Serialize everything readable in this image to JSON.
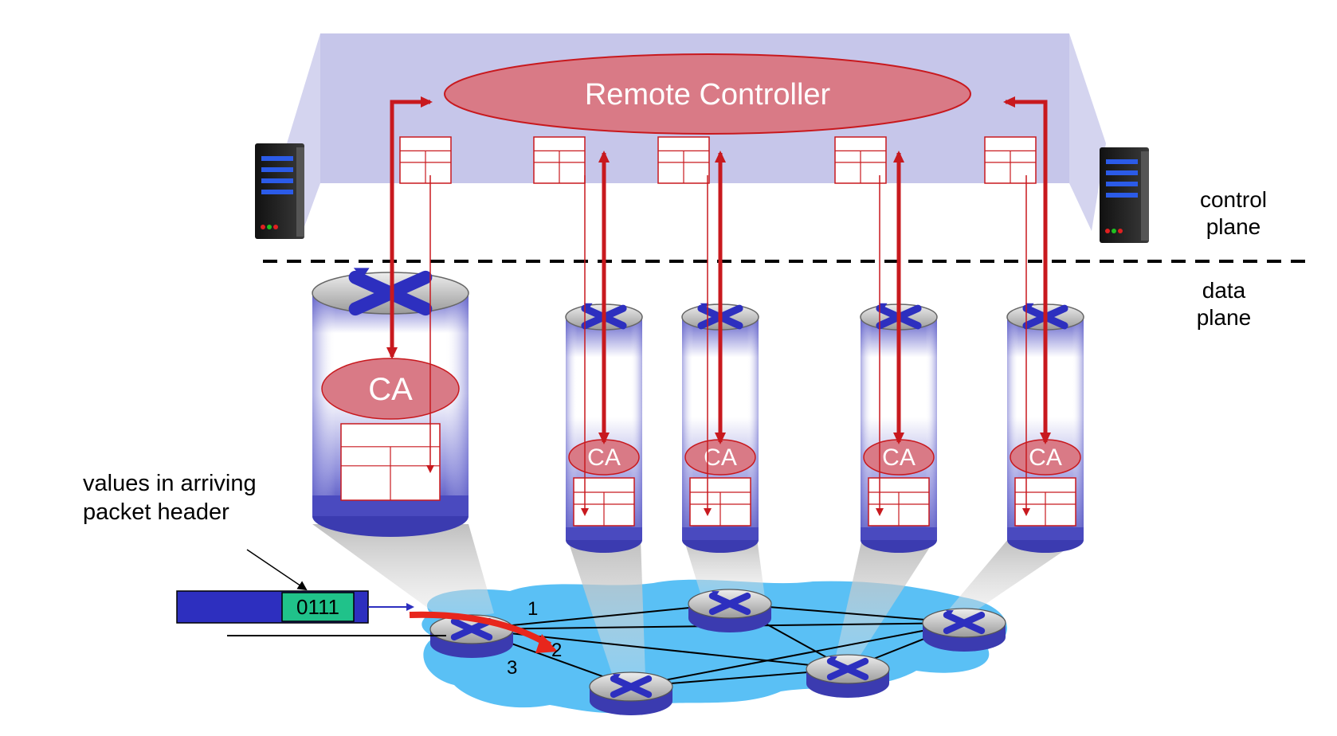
{
  "controller": {
    "label": "Remote Controller"
  },
  "planes": {
    "control": [
      "control",
      "plane"
    ],
    "data": [
      "data",
      "plane"
    ]
  },
  "agent_label": "CA",
  "annotation": [
    "values in arriving",
    "packet header"
  ],
  "packet": {
    "header_value": "0111"
  },
  "ports": {
    "p1": "1",
    "p2": "2",
    "p3": "3"
  },
  "colors": {
    "controller_fill": "#d97a86",
    "arrow": "#c8191e",
    "control_band": "#c6c6ea",
    "cloud": "#5ac0f5",
    "packet_body": "#2d2fbf",
    "packet_header": "#20c28a"
  }
}
